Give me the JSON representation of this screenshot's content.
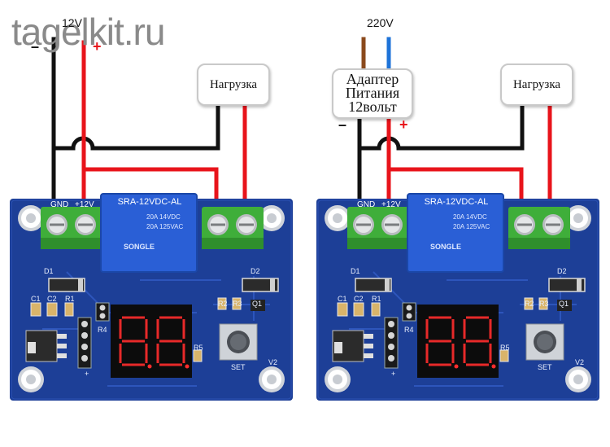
{
  "watermark": "tagelkit.ru",
  "left_diagram": {
    "supply_label": "12V",
    "minus": "–",
    "plus": "+",
    "load_label": "Нагрузка"
  },
  "right_diagram": {
    "supply_label": "220V",
    "adapter_lines": [
      "Адаптер",
      "Питания",
      "12вольт"
    ],
    "minus": "–",
    "plus": "+",
    "load_label": "Нагрузка"
  },
  "board": {
    "gnd_label": "GND",
    "v12_label": "+12V",
    "relay_model": "SRA-12VDC-AL",
    "relay_ratings": [
      "20A 14VDC",
      "20A 125VAC"
    ],
    "relay_brand": "SONGLE",
    "d1": "D1",
    "d2": "D2",
    "c1": "C1",
    "c2": "C2",
    "r1": "R1",
    "r2": "R2",
    "r3": "R3",
    "r4": "R4",
    "r5": "R5",
    "q1": "Q1",
    "set_label": "SET",
    "v2_label": "V2",
    "plus_mark": "+"
  },
  "colors": {
    "wire_black": "#111111",
    "wire_red": "#e8141b",
    "wire_brown": "#8b4a1c",
    "wire_blue": "#1e73d8",
    "pcb_blue": "#1d3f97",
    "terminal_green": "#3fae3a",
    "relay_blue": "#2a5fd6",
    "display_red": "#ff2d2d"
  }
}
